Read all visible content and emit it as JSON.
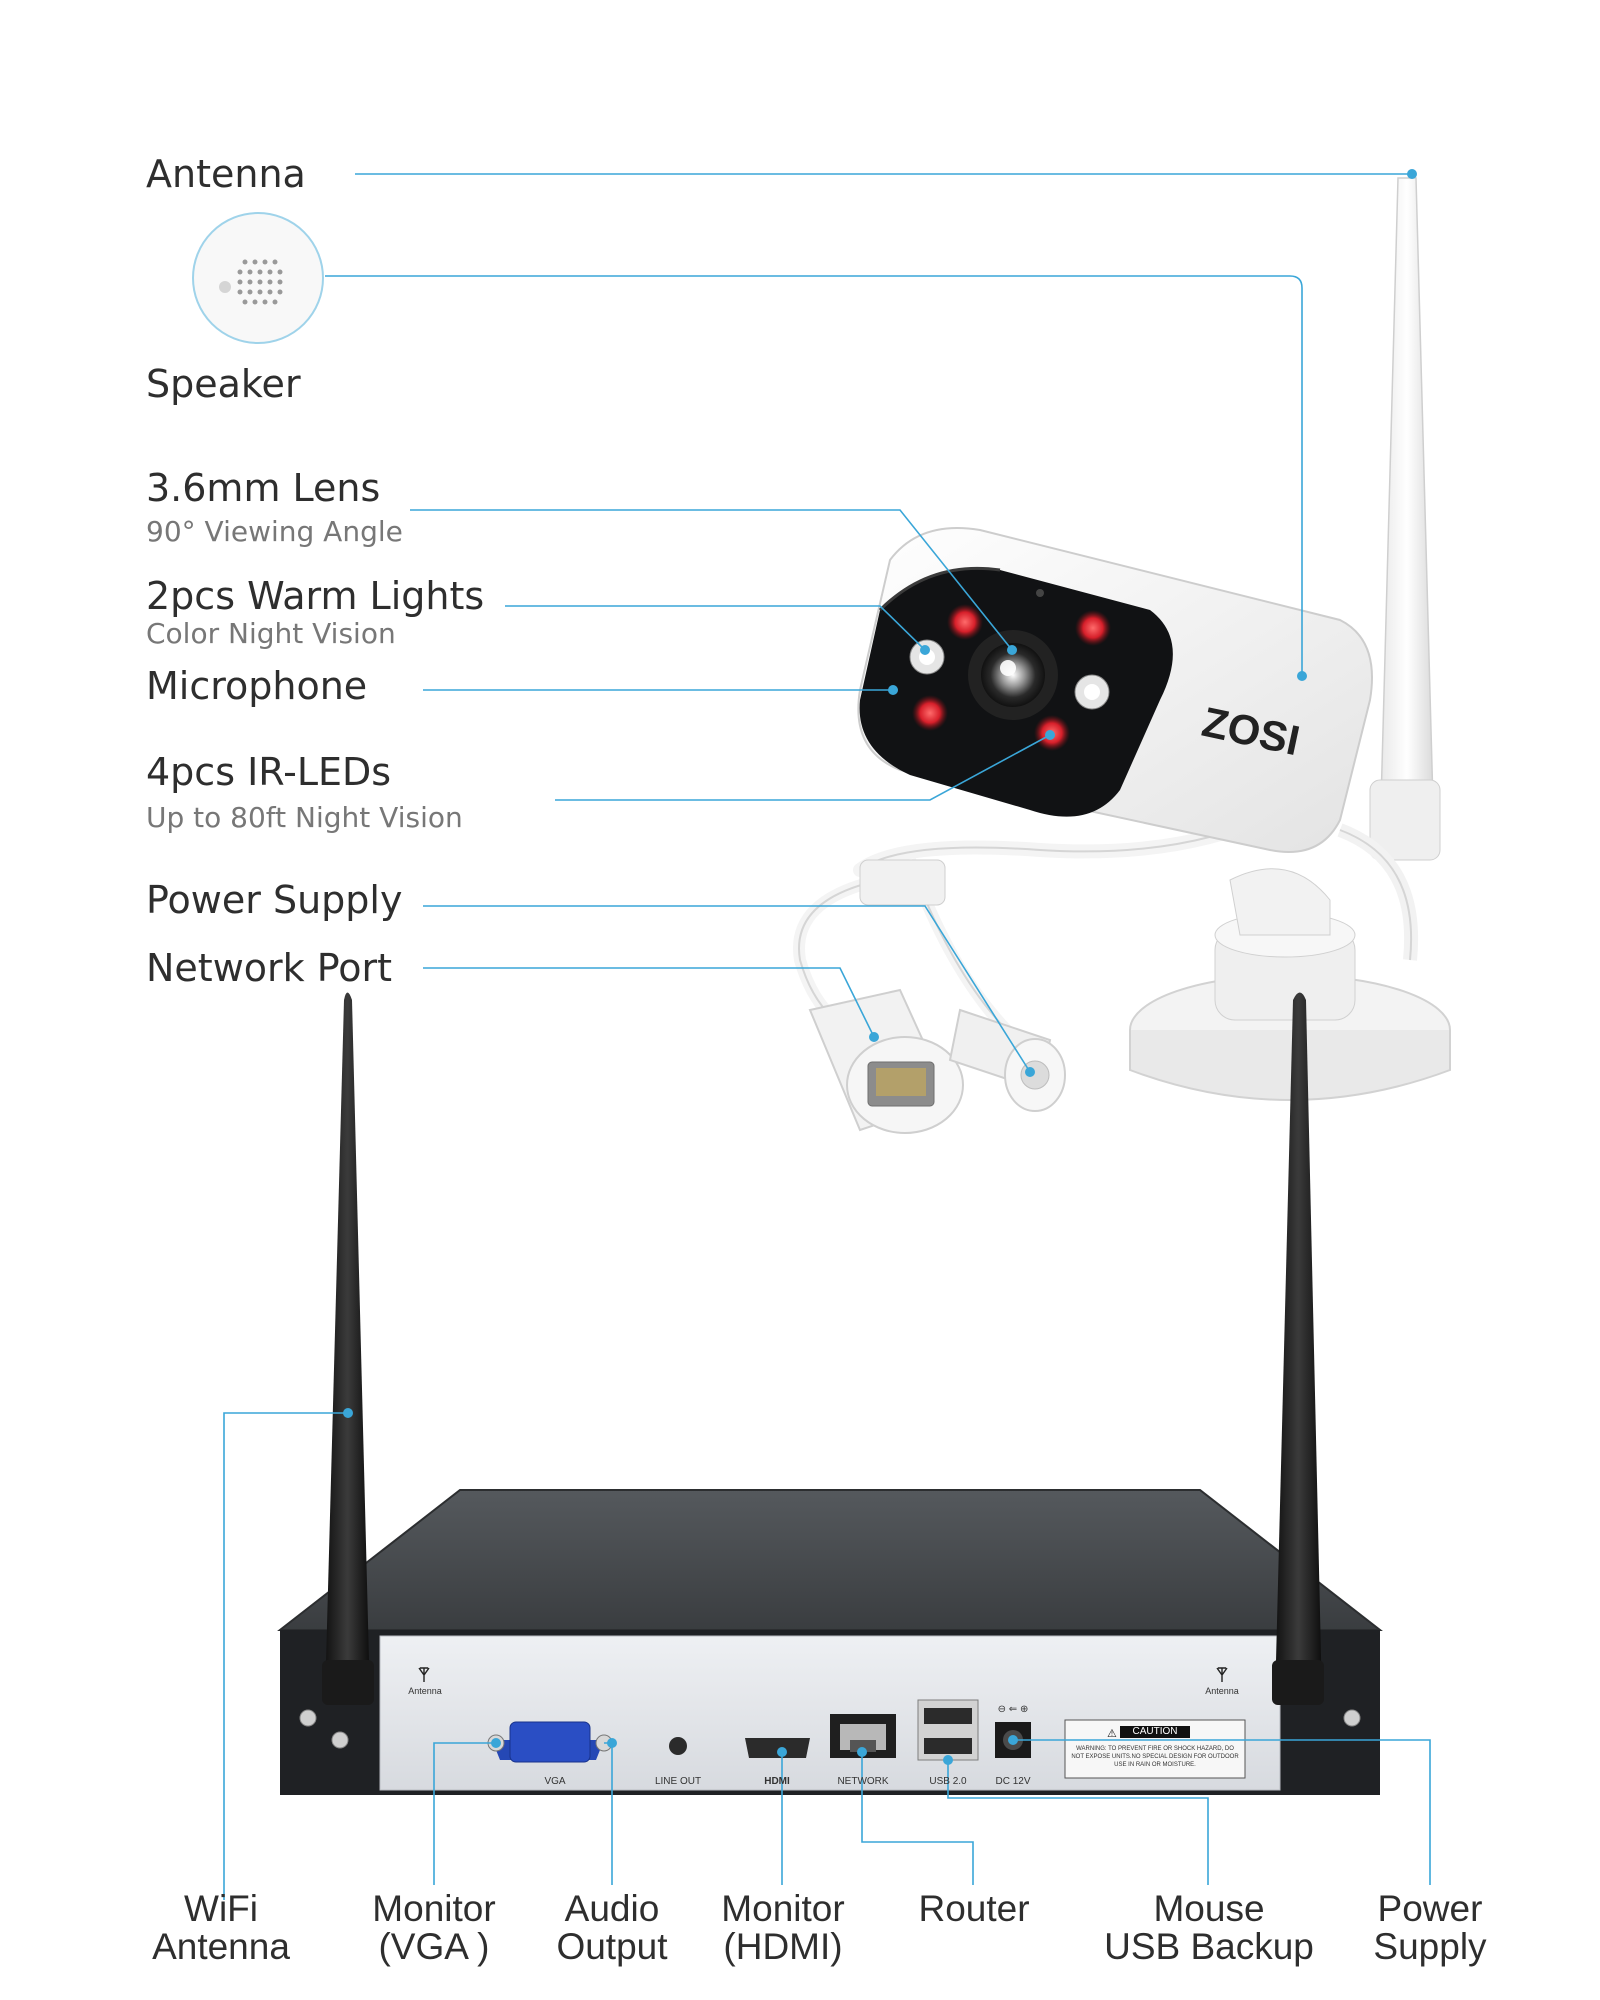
{
  "brand": {
    "logo_text": "ZOSI",
    "accent_color": "#3aa6d8"
  },
  "camera_labels": {
    "antenna": {
      "title": "Antenna"
    },
    "speaker": {
      "title": "Speaker"
    },
    "lens": {
      "title": "3.6mm Lens",
      "subtitle": "90° Viewing Angle"
    },
    "warm_lights": {
      "title": "2pcs Warm Lights",
      "subtitle": "Color Night Vision"
    },
    "microphone": {
      "title": "Microphone"
    },
    "ir_leds": {
      "title": "4pcs IR-LEDs",
      "subtitle": "Up to 80ft Night Vision"
    },
    "power_supply": {
      "title": "Power Supply"
    },
    "network_port": {
      "title": "Network Port"
    }
  },
  "nvr_panel": {
    "antenna_left": "Antenna",
    "antenna_right": "Antenna",
    "vga": "VGA",
    "line_out": "LINE OUT",
    "hdmi": "HDMI",
    "network": "NETWORK",
    "usb": "USB 2.0",
    "dc": "DC 12V",
    "polarity": "⊖ ⇐ ⊕",
    "caution_title": "CAUTION",
    "caution_text": "WARNING: TO PREVENT FIRE OR SHOCK HAZARD, DO NOT EXPOSE UNITS.NO SPECIAL DESIGN FOR OUTDOOR USE IN RAIN OR MOISTURE."
  },
  "nvr_labels": {
    "wifi_antenna": {
      "line1": "WiFi",
      "line2": "Antenna"
    },
    "monitor_vga": {
      "line1": "Monitor",
      "line2": "(VGA )"
    },
    "audio_output": {
      "line1": "Audio",
      "line2": "Output"
    },
    "monitor_hdmi": {
      "line1": "Monitor",
      "line2": "(HDMI)"
    },
    "router": {
      "line1": "Router"
    },
    "mouse_usb": {
      "line1": "Mouse",
      "line2": "USB Backup"
    },
    "power_supply": {
      "line1": "Power",
      "line2": "Supply"
    }
  }
}
